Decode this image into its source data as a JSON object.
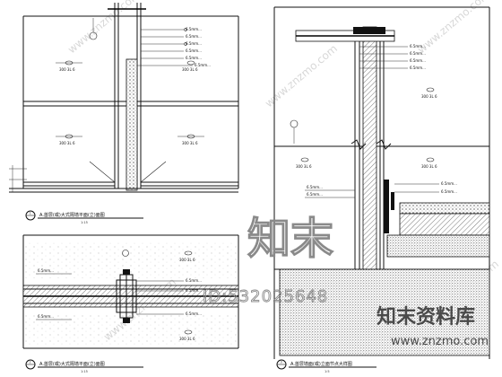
{
  "sheet": {
    "panels": [
      {
        "id": "top-left",
        "tag": "1",
        "title": "A.首层(或)大式隔墙平面(立)面图",
        "scale": "1:15",
        "callouts": [
          "6.5mm...",
          "6.5mm...",
          "6.5mm...",
          "6.5mm...",
          "6.5mm...",
          "6.5mm..."
        ],
        "notes": [
          "300 3L 6",
          "300 3L 6",
          "300 3L 6",
          "300 3L 6"
        ]
      },
      {
        "id": "bottom-left",
        "tag": "2",
        "title": "A.首层(或)大式隔墙平面(立)面图",
        "scale": "1:15",
        "callouts": [
          "6.5mm...",
          "6.5mm...",
          "6.5mm...",
          "6.5mm...",
          "6.5mm..."
        ],
        "notes": [
          "300 3L 6",
          "300 3L 6"
        ]
      },
      {
        "id": "right",
        "tag": "3",
        "title": "A.首层墙面(或)立面节点大样图",
        "scale": "1:5",
        "callouts": [
          "6.5mm...",
          "6.5mm...",
          "6.5mm...",
          "6.5mm...",
          "6.5mm...",
          "6.5mm...",
          "6.5mm...",
          "6.5mm..."
        ],
        "notes": [
          "300 3L 6",
          "300 3L 6",
          "300 3L 6"
        ]
      }
    ]
  },
  "watermark": {
    "big": "知末",
    "id": "ID:532025648",
    "brand": "知末资料库",
    "url": "www.znzmo.com",
    "diagonal": "www.znzmo.com"
  }
}
